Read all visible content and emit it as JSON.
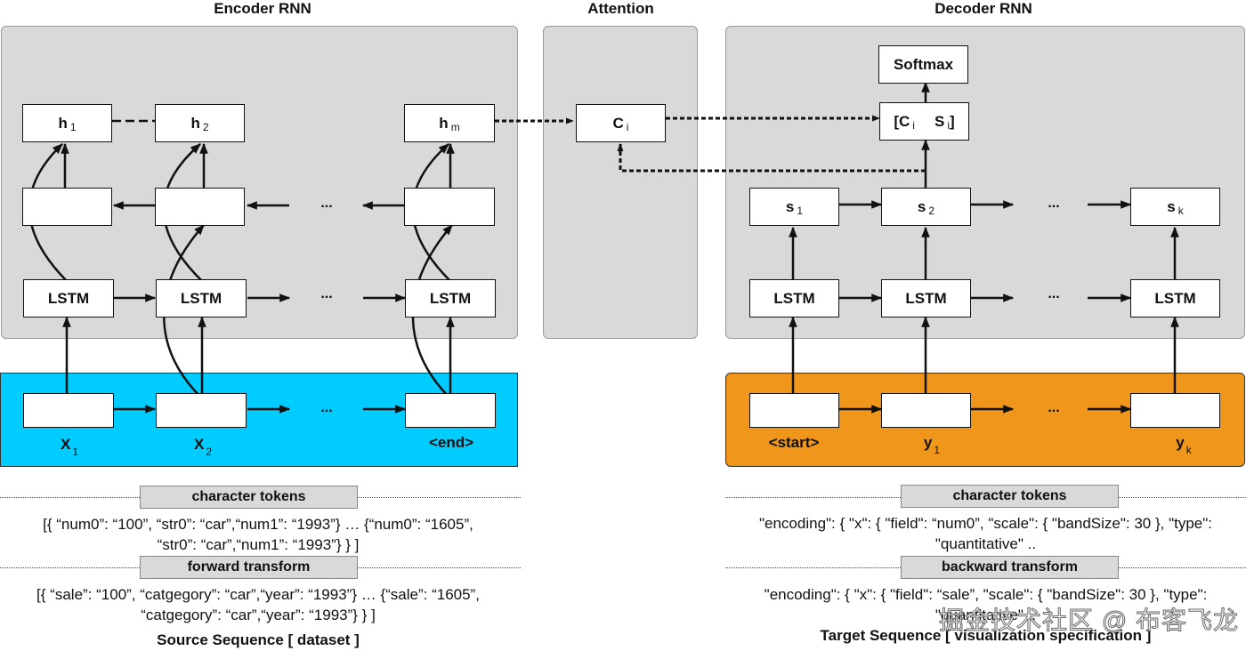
{
  "titles": {
    "encoder": "Encoder RNN",
    "attention": "Attention",
    "decoder": "Decoder RNN"
  },
  "colors": {
    "panel": "#d9d9d9",
    "source_bar": "#00ccff",
    "target_bar": "#f0961a"
  },
  "encoder": {
    "hidden": [
      {
        "main": "h",
        "sub": "1"
      },
      {
        "main": "h",
        "sub": "2"
      },
      {
        "main": "h",
        "sub": "m"
      }
    ],
    "lstm_label": "LSTM",
    "ellipsis": "...",
    "inputs": [
      {
        "main": "X",
        "sub": "1"
      },
      {
        "main": "X",
        "sub": "2"
      },
      {
        "main": "<end>",
        "sub": ""
      }
    ]
  },
  "attention": {
    "context": {
      "main": "C",
      "sub": "i"
    }
  },
  "decoder": {
    "softmax": "Softmax",
    "concat": {
      "open": "[C",
      "sub1": "i",
      "mid": "S",
      "sub2": "i",
      "close": "]"
    },
    "states": [
      {
        "main": "s",
        "sub": "1"
      },
      {
        "main": "s",
        "sub": "2"
      },
      {
        "main": "s",
        "sub": "k"
      }
    ],
    "lstm_label": "LSTM",
    "ellipsis": "...",
    "outputs": [
      {
        "main": "<start>",
        "sub": ""
      },
      {
        "main": "y",
        "sub": "1"
      },
      {
        "main": "y",
        "sub": "k"
      }
    ]
  },
  "source": {
    "tag1": "character tokens",
    "text1_line1": "[{ “num0”: “100”, “str0”: “car”,“num1”: “1993”} … {“num0”: “1605”,",
    "text1_line2": "“str0”: “car”,“num1”: “1993”} } ]",
    "tag2": "forward transform",
    "text2_line1": "[{ “sale”: “100”, “catgegory”: “car”,“year”: “1993”} … {“sale”: “1605”,",
    "text2_line2": "“catgegory”: “car”,“year”: “1993”} } ]",
    "caption": "Source Sequence [ dataset ]"
  },
  "target": {
    "tag1": "character tokens",
    "text1_line1": "\"encoding\": { \"x\": { \"field\": “num0”, \"scale\": { \"bandSize\": 30 }, \"type\":",
    "text1_line2": "\"quantitative\" ..",
    "tag2": "backward transform",
    "text2_line1": "\"encoding\": { \"x\": { \"field\": “sale”, \"scale\": { \"bandSize\": 30 }, \"type\":",
    "text2_line2": "\"quantitative\" ..",
    "caption": "Target Sequence [ visualization specification ]"
  },
  "watermark": "掘金技术社区 @ 布客飞龙"
}
